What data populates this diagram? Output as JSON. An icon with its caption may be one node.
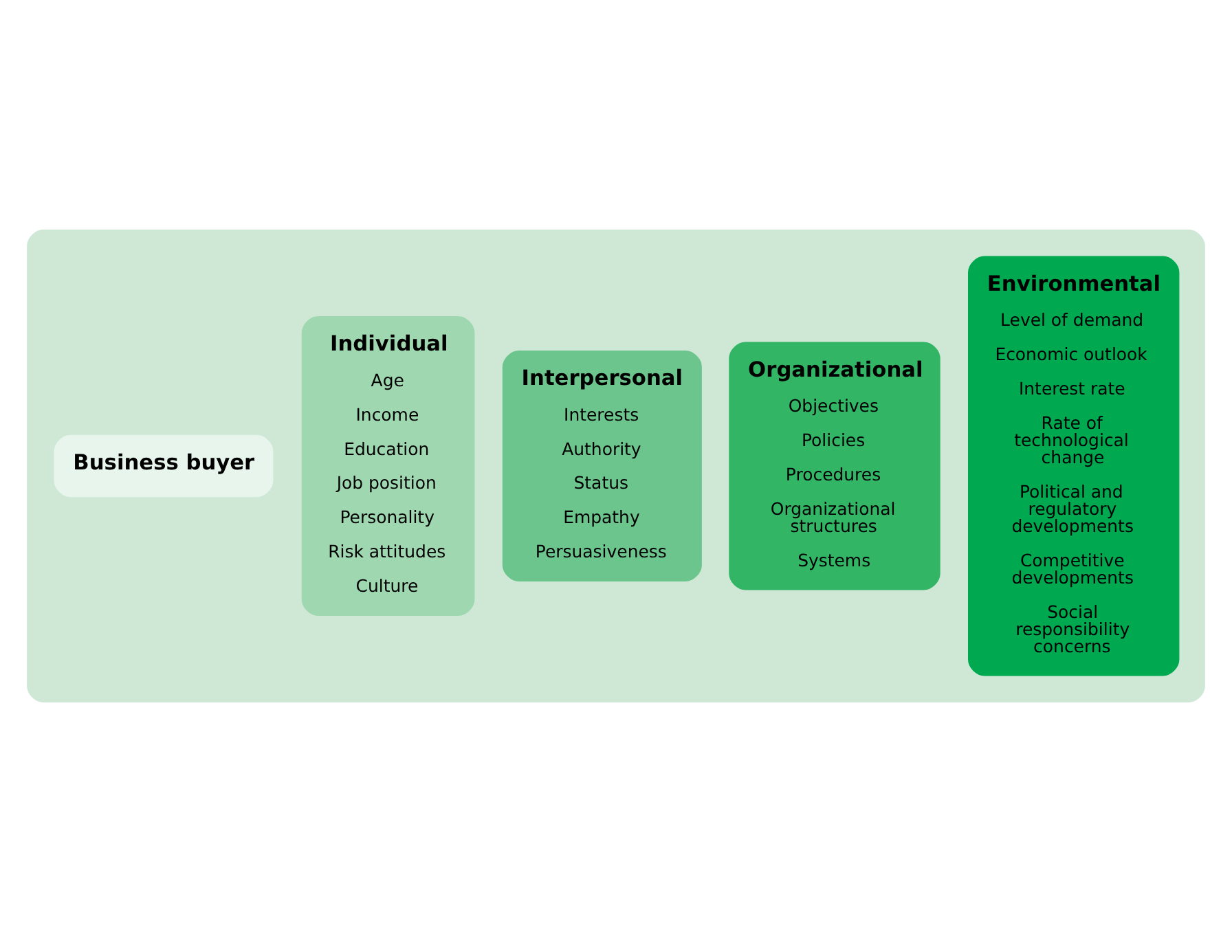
{
  "diagram": {
    "nodes": [
      {
        "text": [],
        "shape": "box"
      },
      {
        "text": [
          "Environmental",
          "Level of demand",
          "Economic outlook",
          "Interest rate",
          "Rate of technological change",
          "Political and regulatory developments",
          "Competitive developments",
          "Social responsibility concerns"
        ],
        "in": 0
      },
      {
        "text": [
          "Organizational",
          "Objectives",
          "Policies",
          "Procedures",
          "Organizational structures",
          "Systems"
        ],
        "in": 0
      },
      {
        "text": [
          "Interpersonal",
          "Interests",
          "Authority",
          "Status",
          "Empathy",
          "Persuasiveness"
        ],
        "in": 0
      },
      {
        "text": [
          "Individual",
          "Age",
          "Income",
          "Education",
          "Job position",
          "Personality",
          "Risk attitudes",
          "Culture"
        ],
        "in": 0
      },
      {
        "text": [
          "Business buyer"
        ],
        "in": 0
      }
    ]
  }
}
